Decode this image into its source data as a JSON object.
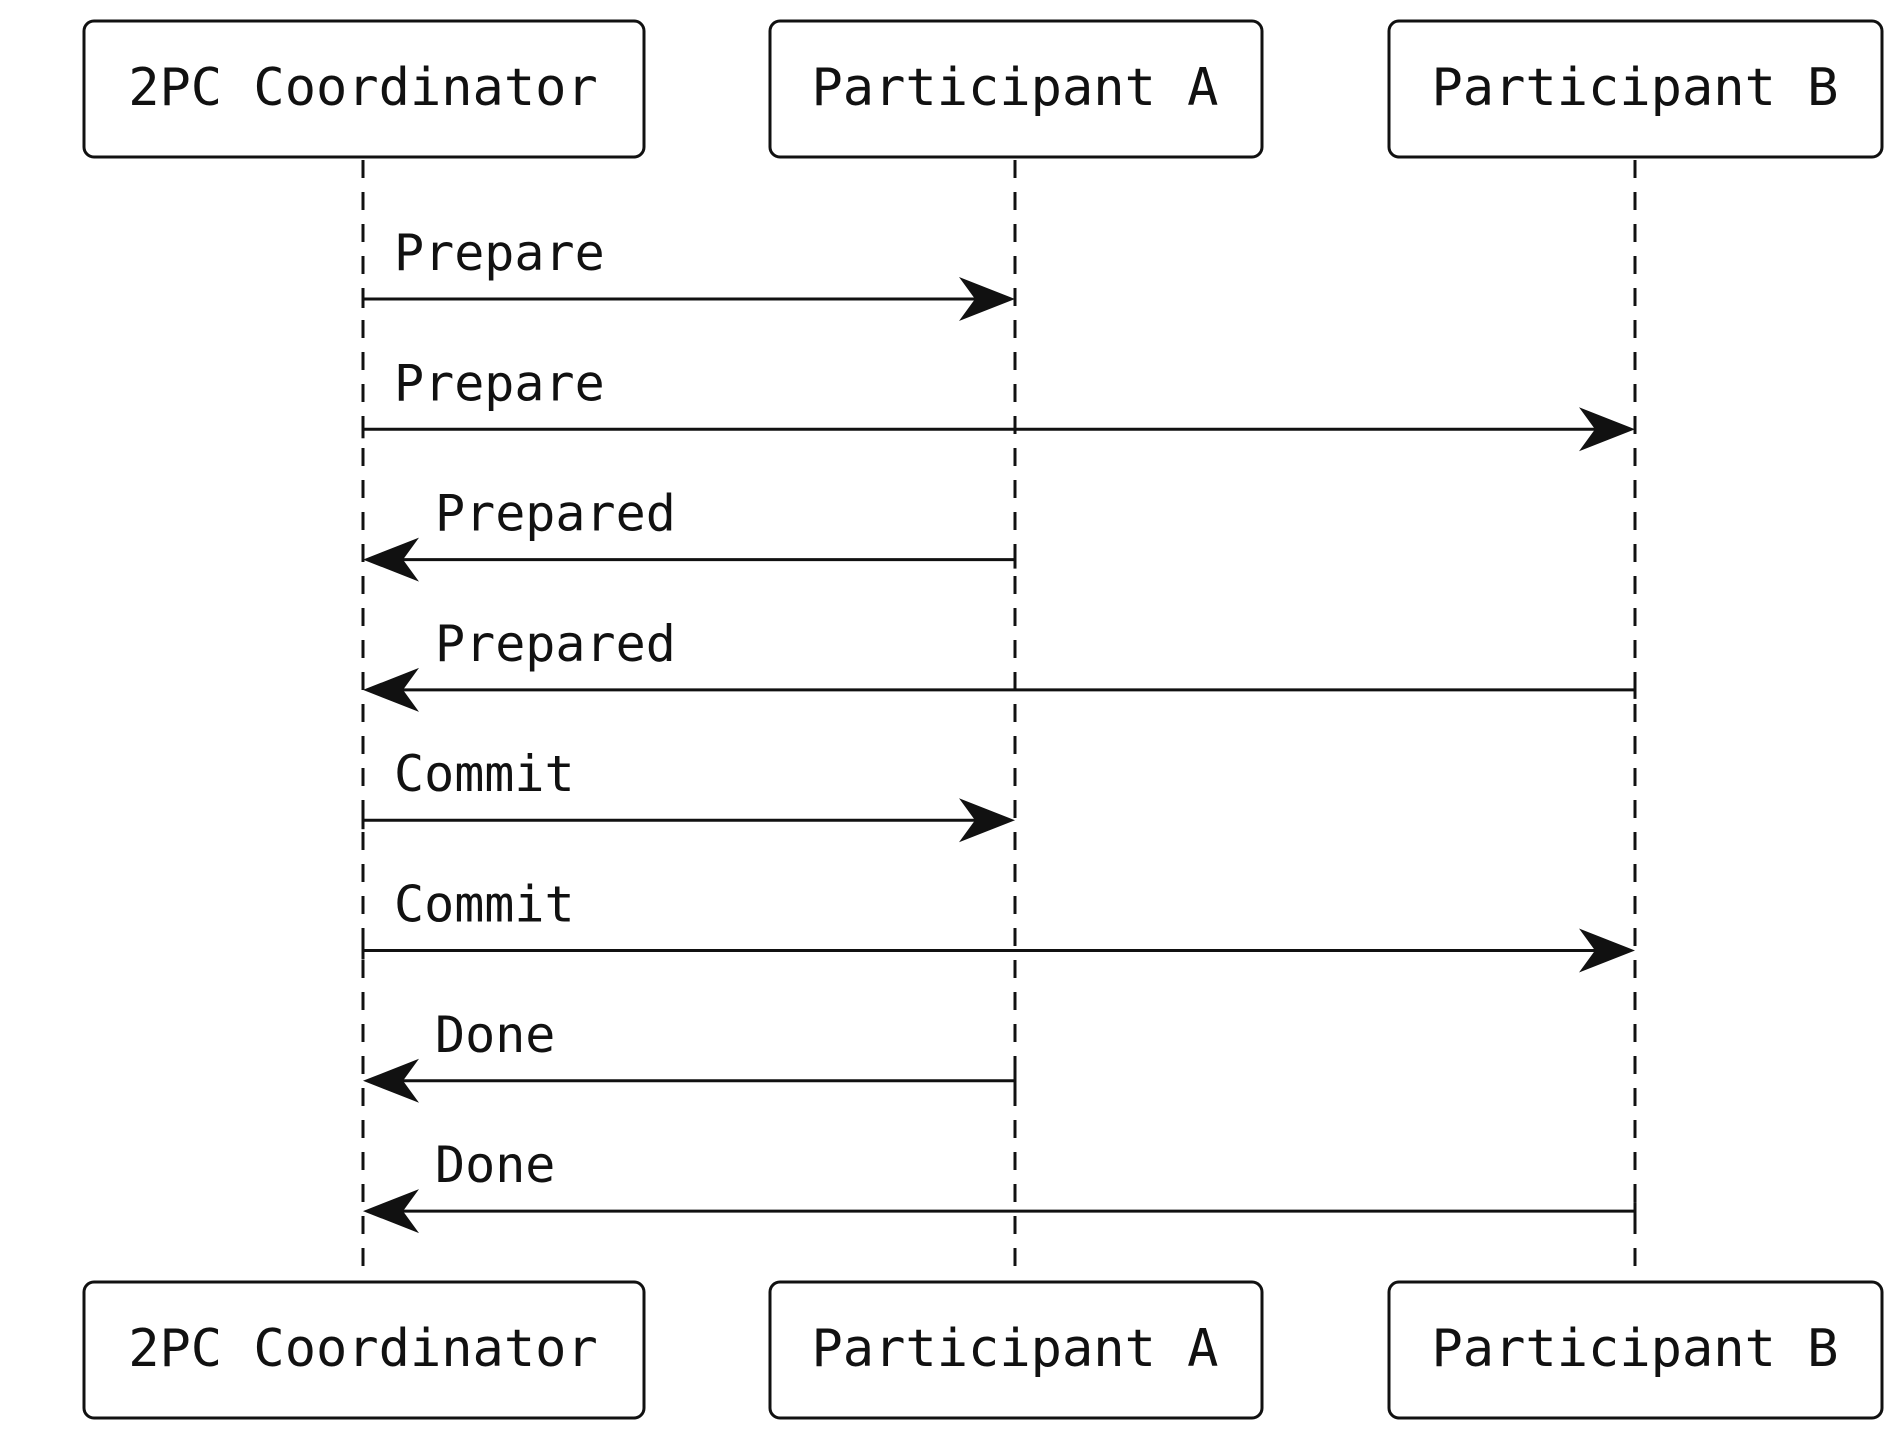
{
  "participants": [
    {
      "id": "coordinator",
      "label": "2PC Coordinator"
    },
    {
      "id": "participant_a",
      "label": "Participant A"
    },
    {
      "id": "participant_b",
      "label": "Participant B"
    }
  ],
  "messages": [
    {
      "from": "coordinator",
      "to": "participant_a",
      "label": "Prepare"
    },
    {
      "from": "coordinator",
      "to": "participant_b",
      "label": "Prepare"
    },
    {
      "from": "participant_a",
      "to": "coordinator",
      "label": "Prepared"
    },
    {
      "from": "participant_b",
      "to": "coordinator",
      "label": "Prepared"
    },
    {
      "from": "coordinator",
      "to": "participant_a",
      "label": "Commit"
    },
    {
      "from": "coordinator",
      "to": "participant_b",
      "label": "Commit"
    },
    {
      "from": "participant_a",
      "to": "coordinator",
      "label": "Done"
    },
    {
      "from": "participant_b",
      "to": "coordinator",
      "label": "Done"
    }
  ]
}
